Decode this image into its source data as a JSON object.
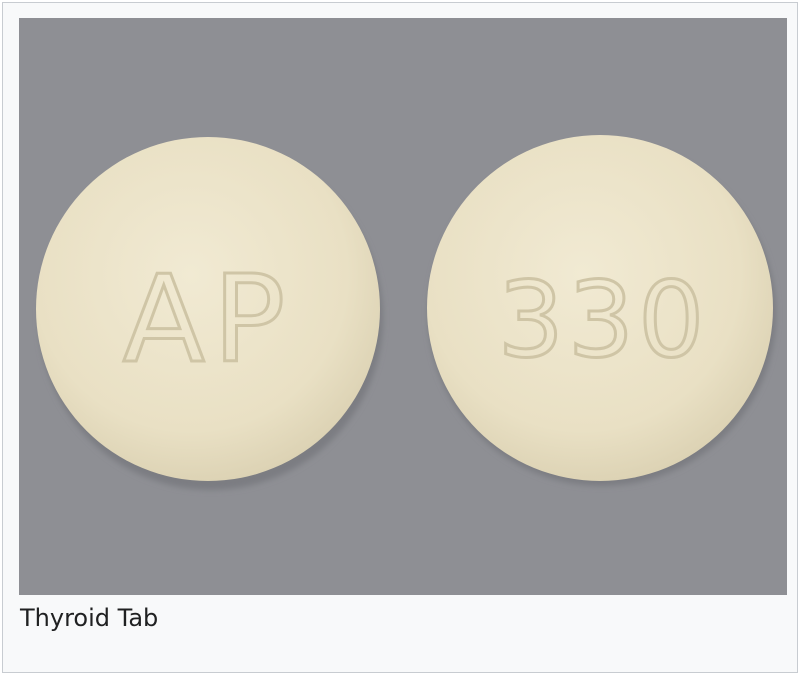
{
  "figure": {
    "caption": "Thyroid Tab",
    "photo_background": "#8e8f94",
    "frame_background": "#f8f9fa",
    "frame_border": "#c8ccd1"
  },
  "tablets": [
    {
      "side": "front",
      "imprint": "AP",
      "color": "#ebe3c9"
    },
    {
      "side": "back",
      "imprint": "330",
      "color": "#ebe3c9"
    }
  ]
}
